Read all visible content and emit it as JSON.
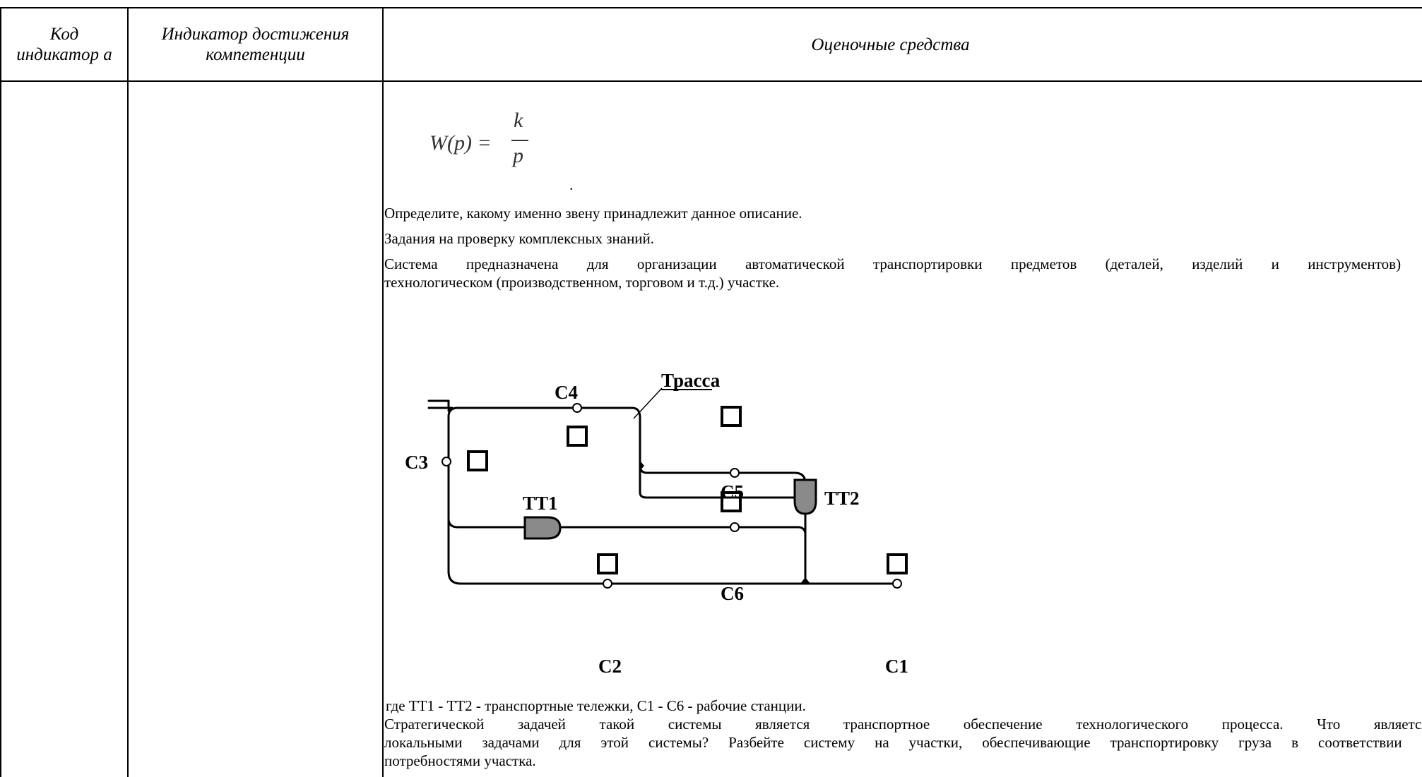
{
  "header": {
    "col1": "Код индикатор а",
    "col2": "Индикатор достижения компетенции",
    "col3": "Оценочные средства"
  },
  "formula": {
    "lhs": "W(p) =",
    "numerator": "k",
    "denominator": "p",
    "trailing_dot": "."
  },
  "paragraphs": {
    "p1": "Определите, какому именно звену принадлежит данное описание.",
    "p2": "Задания на проверку комплексных знаний.",
    "p3_line1": "Система предназначена для организации автоматической транспортировки предметов (деталей, изделий и инструментов) на",
    "p3_line2": "технологическом (производственном, торговом и т.д.) участке.",
    "caption": "где ТТ1 - ТТ2 - транспортные тележки, С1 - С6 - рабочие станции.",
    "p4_line1": "Стратегической задачей такой системы является транспортное обеспечение технологического процесса. Что является",
    "p4_line2": "локальными задачами для этой системы? Разбейте систему на участки, обеспечивающие транспортировку груза в соответствии с",
    "p4_line3": "потребностями участка."
  },
  "diagram": {
    "track_label": "Трасса",
    "labels": {
      "c1": "C1",
      "c2": "C2",
      "c3": "C3",
      "c4": "C4",
      "c5": "C5",
      "c6": "C6",
      "tt1": "TT1",
      "tt2": "TT2"
    }
  }
}
